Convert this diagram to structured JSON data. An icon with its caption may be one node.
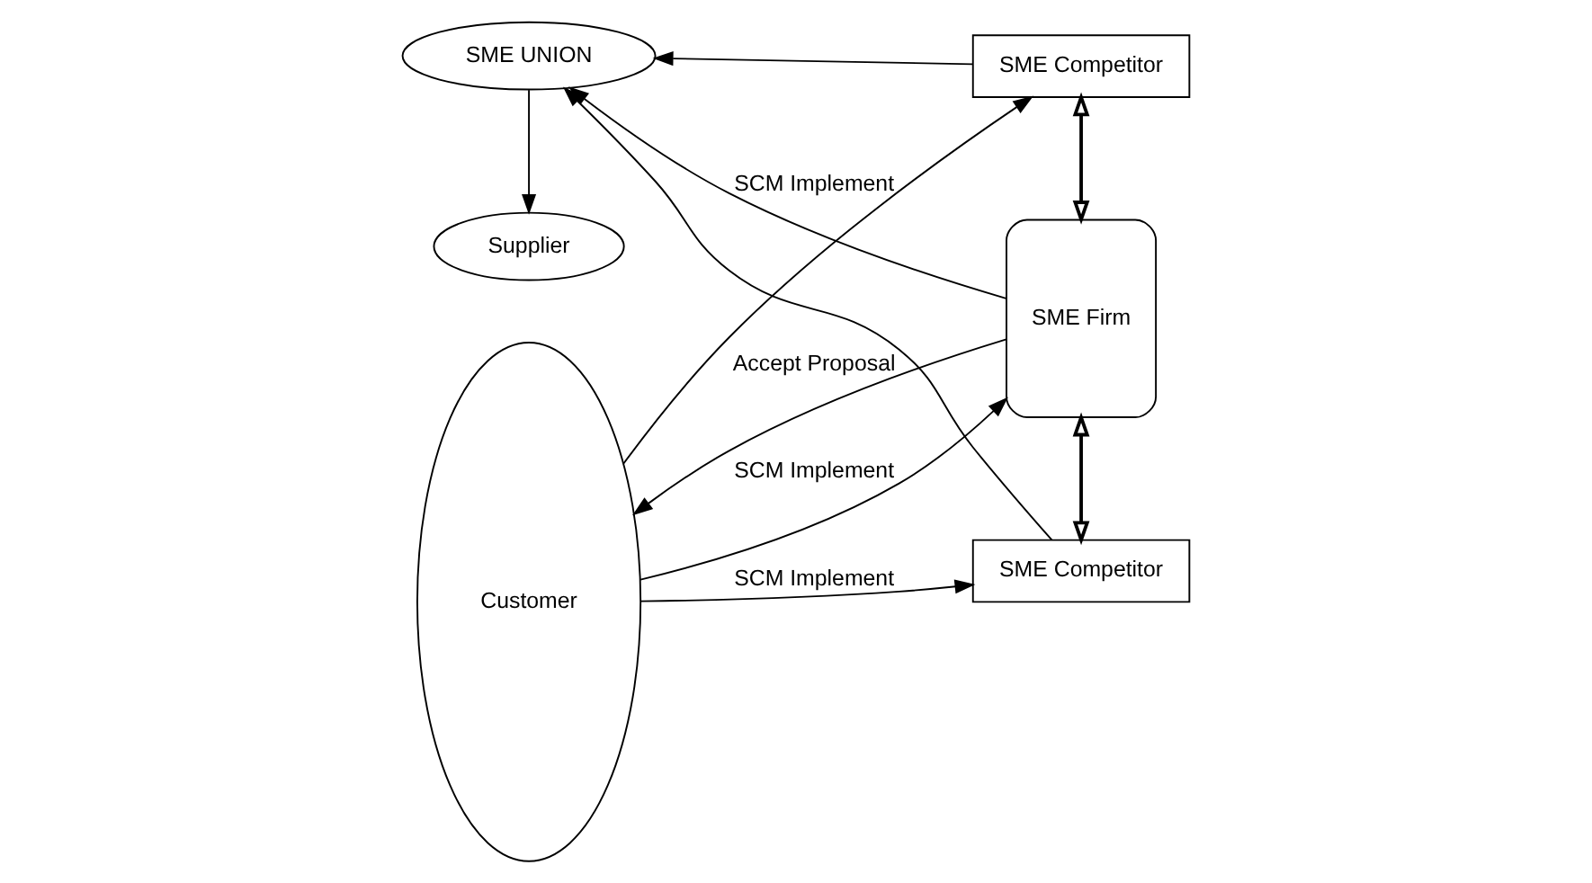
{
  "diagram": {
    "nodes": [
      {
        "text": [
          "SME Competitor"
        ]
      },
      {
        "text": [
          "SME UNION"
        ]
      },
      {
        "text": [
          "SME Firm"
        ]
      },
      {
        "text": [
          "Customer"
        ]
      },
      {
        "text": [
          "Supplier"
        ]
      },
      {
        "text": [
          "SME Competitor"
        ]
      }
    ],
    "edges": [
      {
        "from": 3,
        "to": 0,
        "arrow": "to",
        "label": "SCM Implement"
      },
      {
        "from": 0,
        "to": 1,
        "arrow": "to"
      },
      {
        "from": 0,
        "to": 2,
        "arrow": "both"
      },
      {
        "from": 3,
        "to": 2,
        "arrow": "to",
        "label": "SCM Implement"
      },
      {
        "from": 2,
        "to": 1,
        "arrow": "to"
      },
      {
        "from": 2,
        "to": 3,
        "arrow": "to",
        "label": "Accept Proposal"
      },
      {
        "from": 2,
        "to": 5,
        "arrow": "both"
      },
      {
        "from": 1,
        "to": 4,
        "arrow": "to"
      },
      {
        "from": 5,
        "to": 1,
        "arrow": "to"
      },
      {
        "from": 3,
        "to": 5,
        "arrow": "to",
        "label": "SCM Implement"
      }
    ]
  }
}
